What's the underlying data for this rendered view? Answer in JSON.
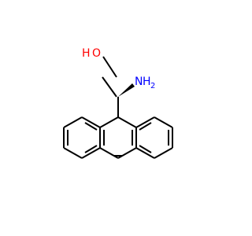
{
  "molecule": {
    "labels": {
      "oxygen_main": "O",
      "hydroxyl_h": "H",
      "nitrogen_main": "N",
      "amine_h": "H",
      "amine_subscript": "2"
    },
    "colors": {
      "bond": "#000000",
      "oxygen": "#ff0000",
      "nitrogen": "#0000ff"
    }
  }
}
